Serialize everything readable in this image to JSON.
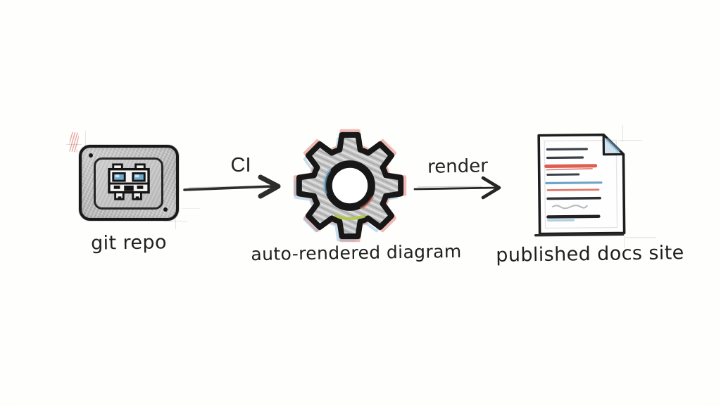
{
  "diagram": {
    "background_color": "#fdfdfc",
    "ink_color": "#1b1b1b",
    "accent_colors": {
      "pencil_gray": "#c2c2c2",
      "red": "#dd6a5d",
      "blue": "#7ab0d4",
      "green": "#b2c83e"
    },
    "nodes": [
      {
        "id": "git-repo",
        "label": "git repo",
        "icon": "git-repo-chip-icon"
      },
      {
        "id": "auto-rendered-diagram",
        "label": "auto-rendered diagram",
        "icon": "gear-icon"
      },
      {
        "id": "published-docs-site",
        "label": "published docs site",
        "icon": "document-icon"
      }
    ],
    "edges": [
      {
        "from": "git-repo",
        "to": "auto-rendered-diagram",
        "label": "CI",
        "direction": "right"
      },
      {
        "from": "auto-rendered-diagram",
        "to": "published-docs-site",
        "label": "render",
        "direction": "right"
      }
    ]
  }
}
